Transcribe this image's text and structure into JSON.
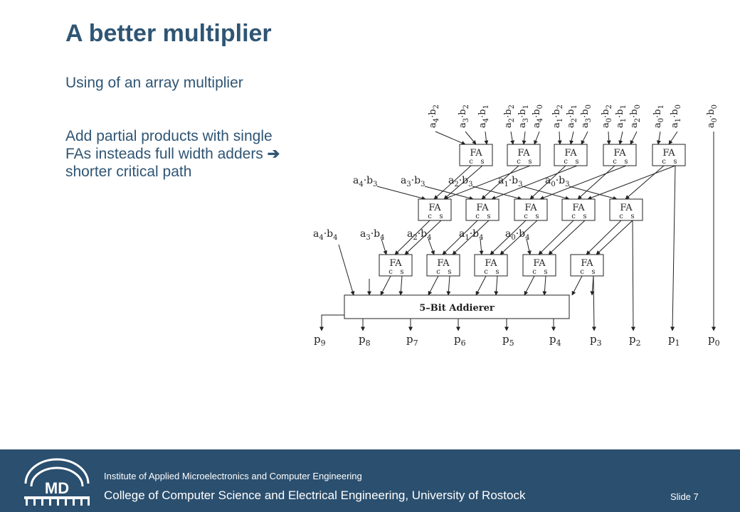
{
  "slide": {
    "title": "A better multiplier",
    "bullet1": "Using of an array multiplier",
    "bullet2_before": "Add partial products with single FAs insteads full width adders",
    "bullet2_arrow": "➔",
    "bullet2_after": "shorter critical path",
    "slide_number": "Slide 7"
  },
  "footer": {
    "institute": "Institute of Applied Microelectronics and Computer Engineering",
    "college": "College of Computer Science and Electrical Engineering, University of Rostock",
    "logo_text": "MD"
  },
  "diagram": {
    "fa_label": "FA",
    "carry_label": "c",
    "sum_label": "s",
    "adder_label": "5–Bit Addierer",
    "top_inputs": [
      "a4·b2",
      "a3·b2",
      "a4·b1",
      "a2·b2",
      "a3·b1",
      "a4·b0",
      "a1·b2",
      "a2·b1",
      "a3·b0",
      "a0·b2",
      "a1·b1",
      "a2·b0",
      "a0·b1",
      "a1·b0",
      "a0·b0"
    ],
    "row2_inputs": [
      "a4·b3",
      "a3·b3",
      "a2·b3",
      "a1·b3",
      "a0·b3"
    ],
    "row3_inputs": [
      "a4·b4",
      "a3·b4",
      "a2·b4",
      "a1·b4",
      "a0·b4"
    ],
    "outputs": [
      "p9",
      "p8",
      "p7",
      "p6",
      "p5",
      "p4",
      "p3",
      "p2",
      "p1",
      "p0"
    ]
  },
  "colors": {
    "title": "#2f5574",
    "footer_bg": "#2b4f6e",
    "footer_text": "#ffffff"
  }
}
